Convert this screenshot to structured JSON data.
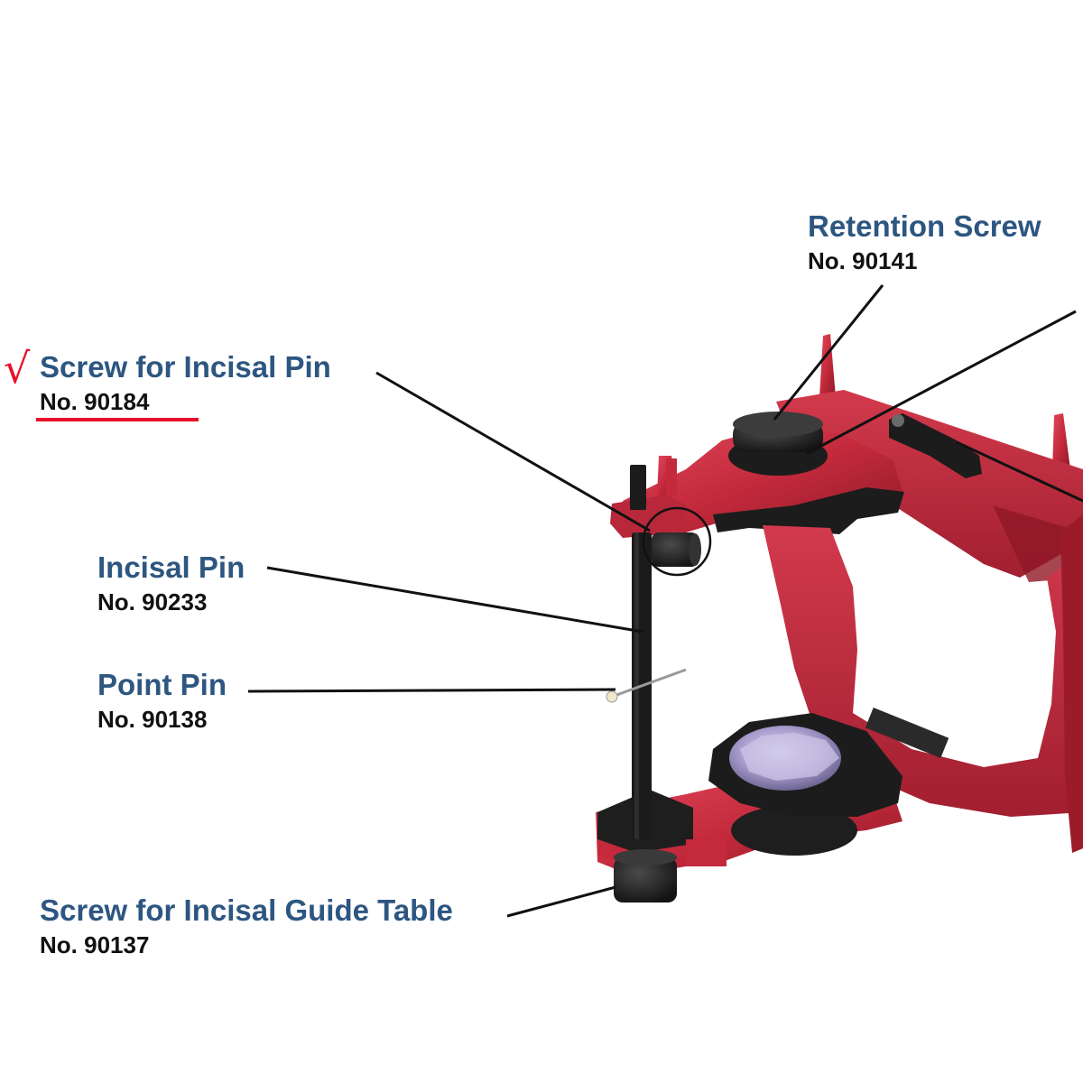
{
  "colors": {
    "label_blue": "#2d5680",
    "number_black": "#111111",
    "annotation_red": "#e8102a",
    "frame_red": "#c42a3c",
    "plastic_black": "#1c1c1c"
  },
  "annotation": {
    "check_symbol": "√",
    "marked_part": "screw-for-incisal-pin"
  },
  "parts": [
    {
      "id": "retention-screw",
      "name": "Retention Screw",
      "number": "No. 90141"
    },
    {
      "id": "screw-for-incisal-pin",
      "name": "Screw for Incisal Pin",
      "number": "No. 90184"
    },
    {
      "id": "incisal-pin",
      "name": "Incisal Pin",
      "number": "No. 90233"
    },
    {
      "id": "point-pin",
      "name": "Point Pin",
      "number": "No. 90138"
    },
    {
      "id": "screw-for-incisal-guide-table",
      "name": "Screw for Incisal Guide Table",
      "number": "No. 90137"
    }
  ]
}
